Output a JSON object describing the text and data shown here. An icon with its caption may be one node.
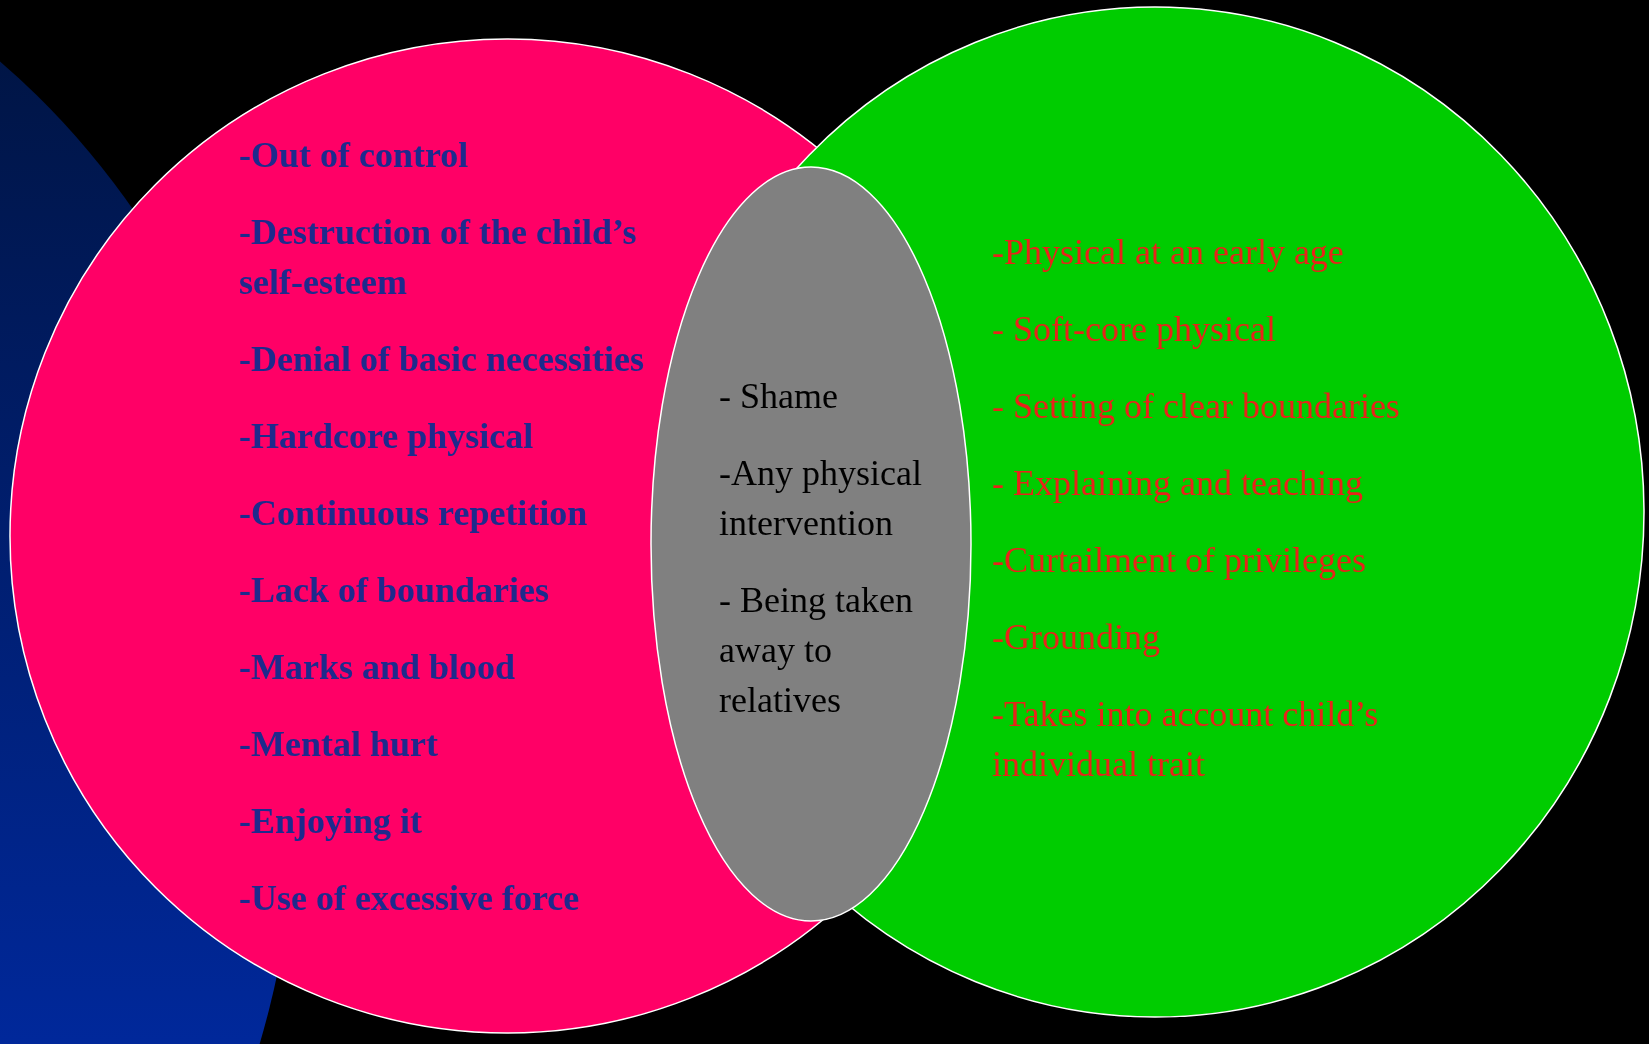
{
  "diagram": {
    "nodes": [
      {
        "text": [
          "-Out of control",
          "-Destruction of the child’s self-esteem",
          "-Denial of basic necessities",
          "-Hardcore physical",
          "-Continuous repetition",
          "-Lack of boundaries",
          "-Marks and blood",
          "-Mental hurt",
          "-Enjoying it",
          "-Use of excessive force"
        ]
      },
      {
        "text": [
          "- Shame",
          "-Any physical intervention",
          "- Being taken away to relatives"
        ]
      },
      {
        "text": [
          "-Physical at an early age",
          "- Soft-core physical",
          "- Setting of clear boundaries",
          "- Explaining and teaching",
          "-Curtailment of privileges",
          "-Grounding",
          "-Takes into account child’s individual trait"
        ]
      }
    ]
  }
}
